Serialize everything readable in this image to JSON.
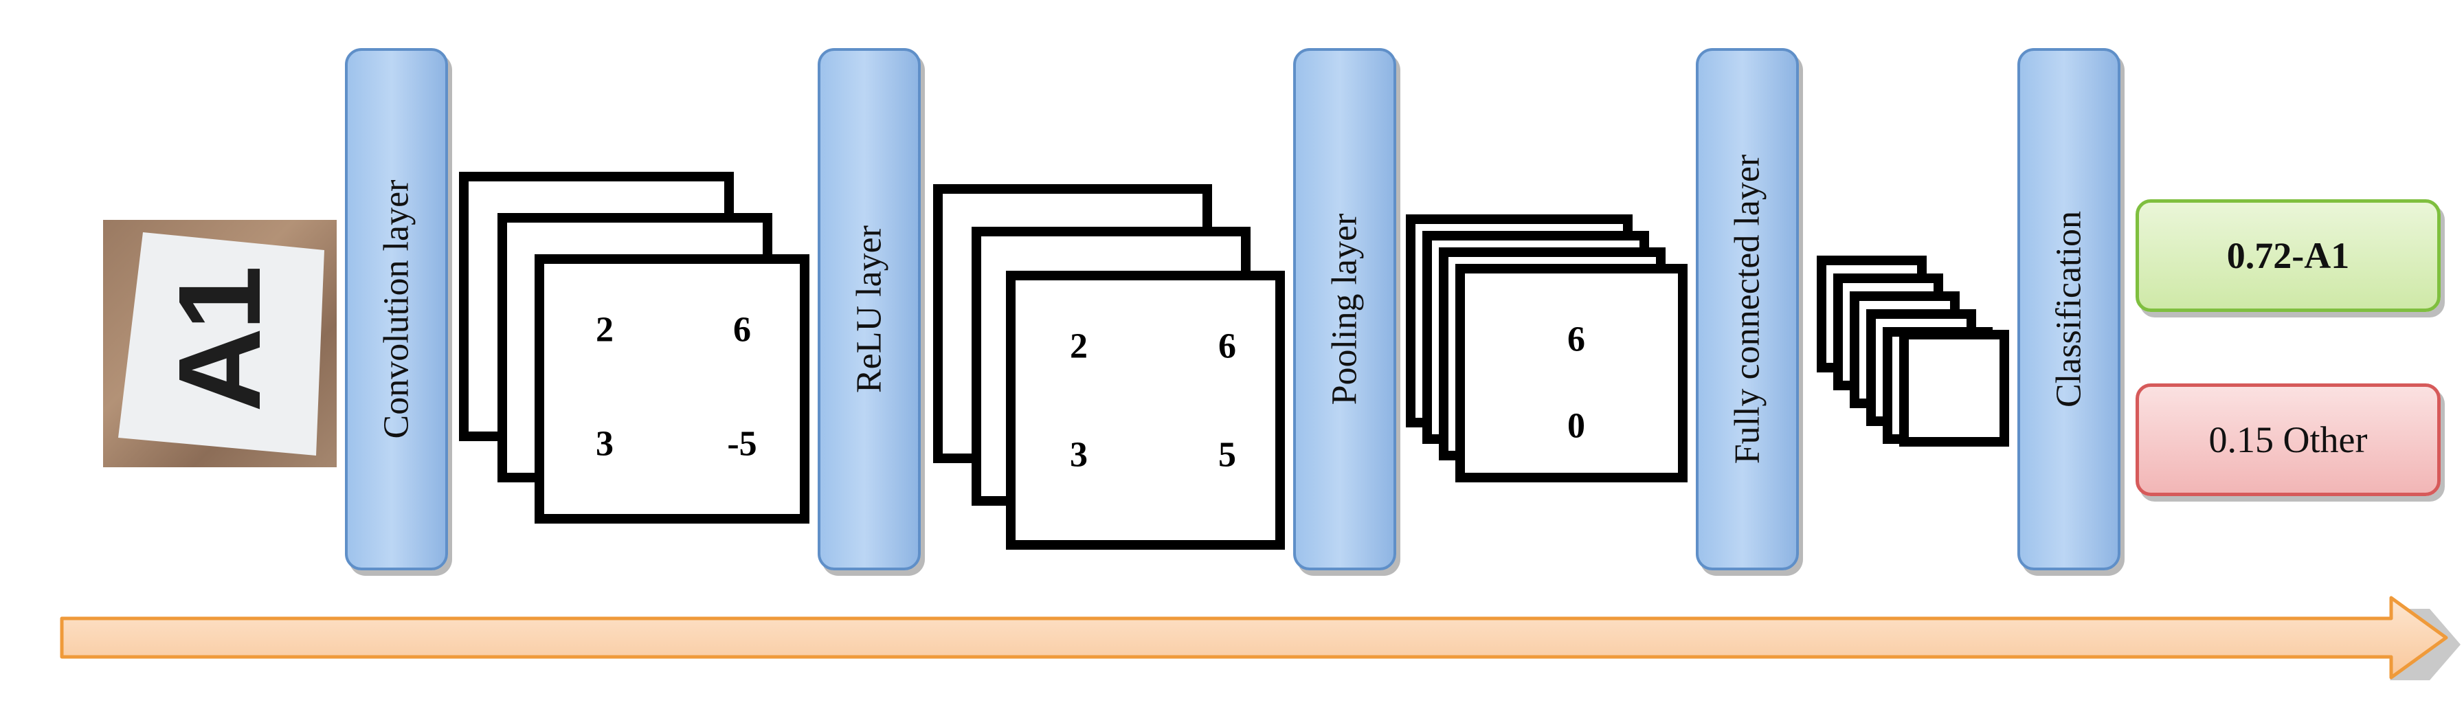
{
  "input_image": {
    "text": "A1"
  },
  "layers": [
    {
      "label": "Convolution layer"
    },
    {
      "label": "ReLU layer"
    },
    {
      "label": "Pooling layer"
    },
    {
      "label": "Fully connected layer"
    },
    {
      "label": "Classification"
    }
  ],
  "feature_maps": {
    "convolution": [
      "2",
      "6",
      "3",
      "-5"
    ],
    "relu": [
      "2",
      "6",
      "3",
      "5"
    ],
    "pooling": [
      "6",
      "0"
    ]
  },
  "outputs": {
    "top": "0.72-A1",
    "bottom": "0.15 Other"
  },
  "colors": {
    "layer_fill": "#bcd6f4",
    "layer_border": "#5f8fc8",
    "output_top_border": "#7fbf3f",
    "output_bottom_border": "#d65a5a",
    "arrow_fill": "#fbd8b8",
    "arrow_border": "#ef9a3a"
  }
}
